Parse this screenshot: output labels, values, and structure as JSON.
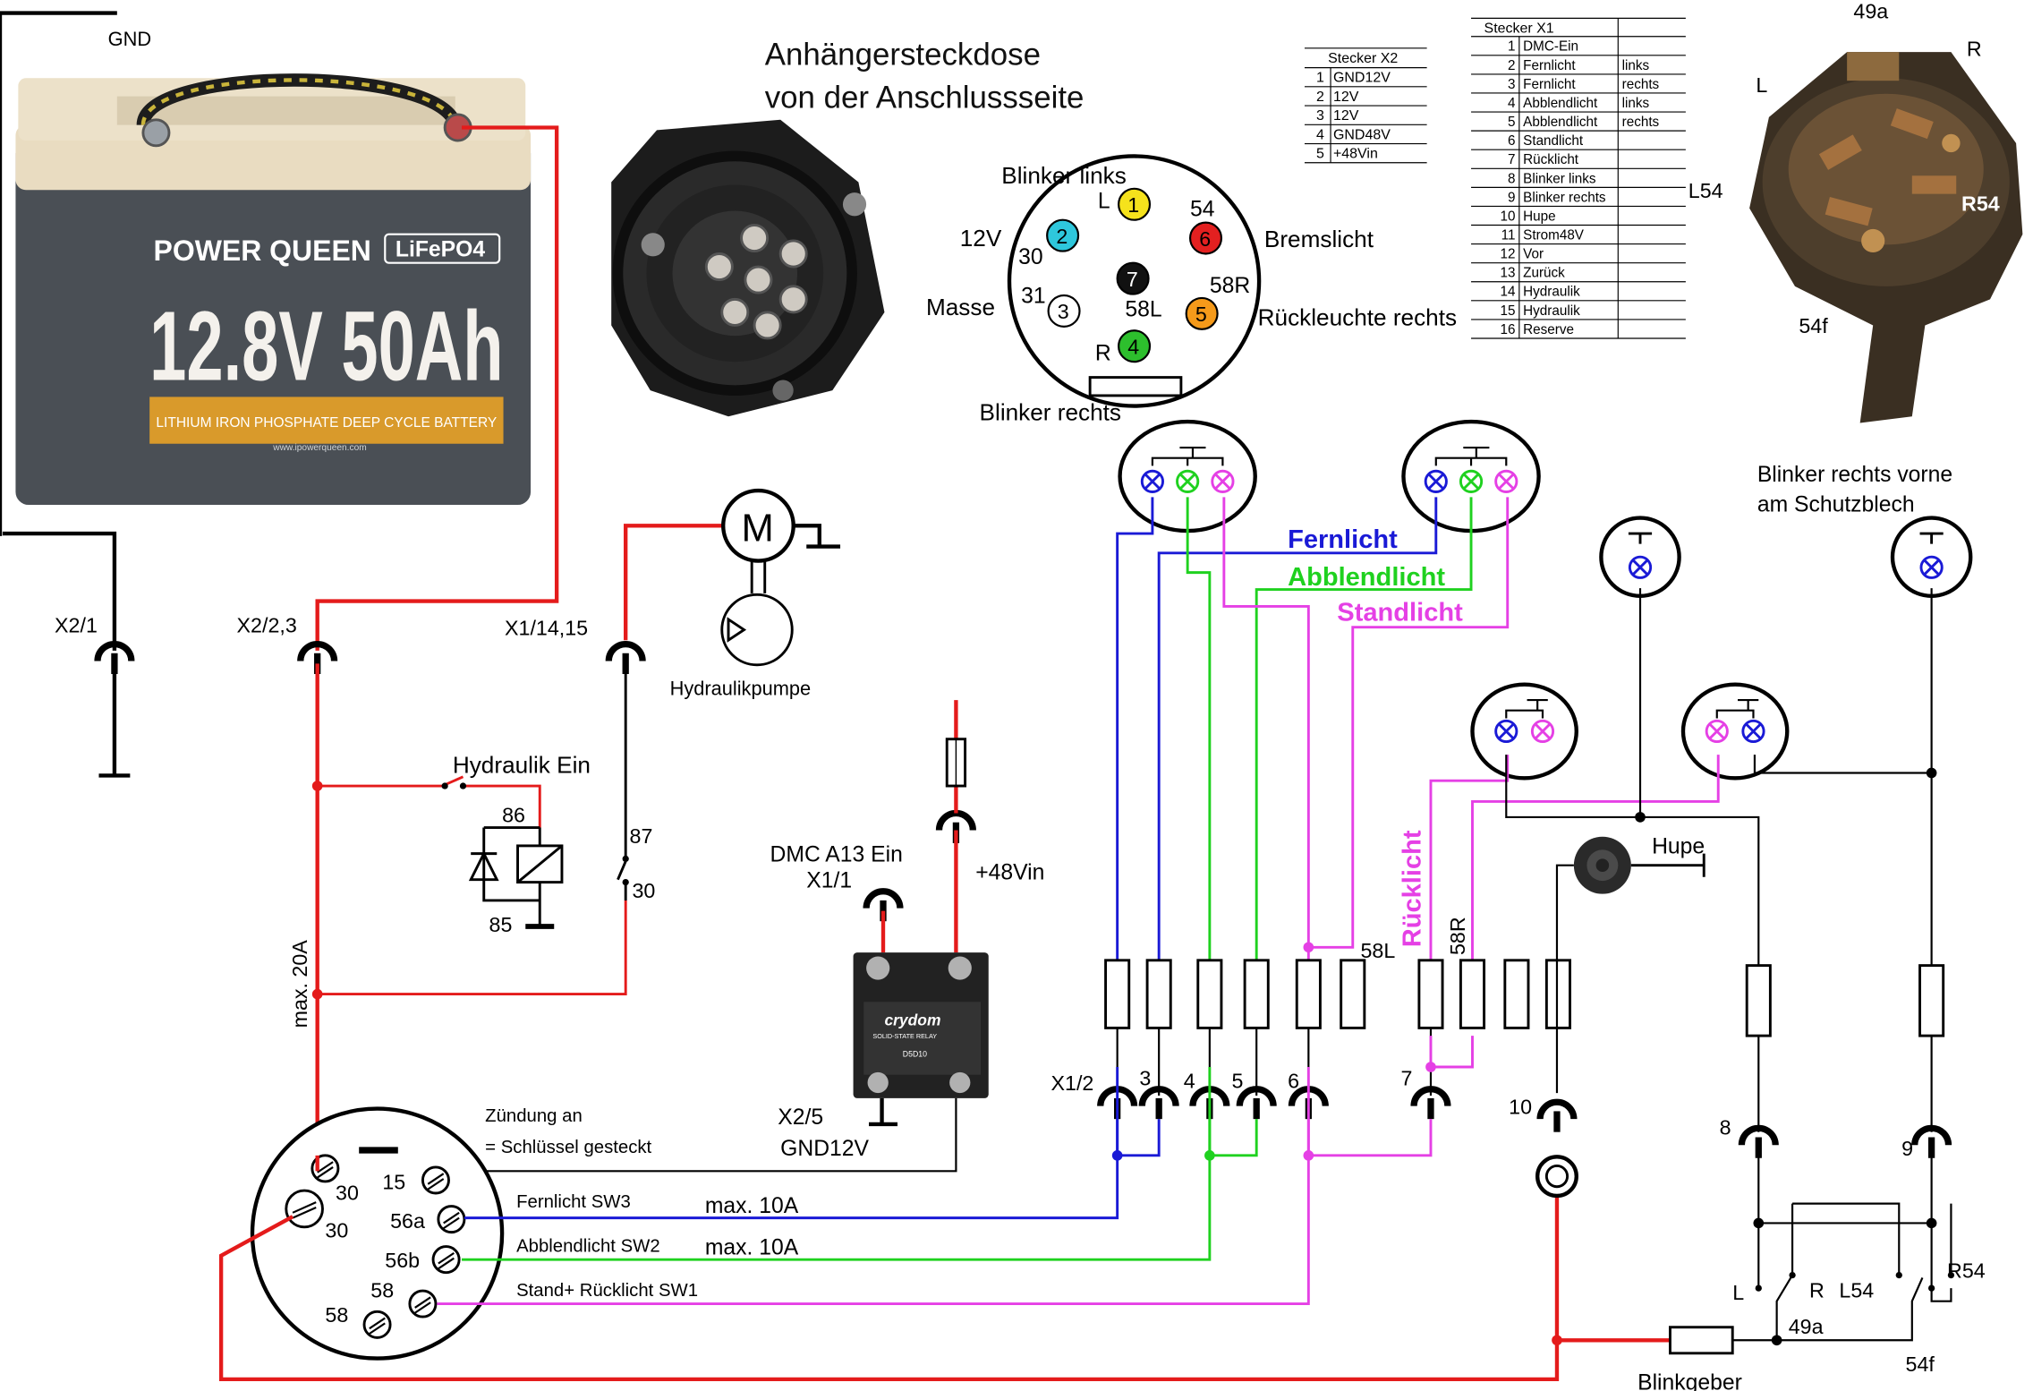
{
  "battery": {
    "gnd_label": "GND",
    "brand": "POWER QUEEN",
    "chemistry": "LiFePO4",
    "rating": "12.8V 50Ah",
    "banner": "LITHIUM IRON PHOSPHATE DEEP CYCLE BATTERY",
    "url": "www.ipowerqueen.com"
  },
  "socket": {
    "title_line1": "Anhängersteckdose",
    "title_line2": "von der Anschlussseite",
    "pins": [
      {
        "num": "1",
        "code": "L",
        "color": "#f5e21c",
        "text_color": "#000000"
      },
      {
        "num": "2",
        "code": "30",
        "color": "#2ec7dc",
        "text_color": "#000000"
      },
      {
        "num": "3",
        "code": "31",
        "color": "#ffffff",
        "text_color": "#000000"
      },
      {
        "num": "4",
        "code": "R",
        "color": "#2dbf2d",
        "text_color": "#000000"
      },
      {
        "num": "5",
        "code": "58R",
        "color": "#f59a1a",
        "text_color": "#000000"
      },
      {
        "num": "6",
        "code": "54",
        "color": "#e32020",
        "text_color": "#000000"
      },
      {
        "num": "7",
        "code": "58L",
        "color": "#111111",
        "text_color": "#ffffff"
      }
    ],
    "labels": {
      "blinker_links": "Blinker links",
      "v12": "12V",
      "masse": "Masse",
      "bremslicht": "Bremslicht",
      "rueckleuchte_rechts": "Rückleuchte rechts",
      "blinker_rechts": "Blinker rechts"
    }
  },
  "x2_table": {
    "title": "Stecker X2",
    "rows": [
      [
        "1",
        "GND12V"
      ],
      [
        "2",
        "12V"
      ],
      [
        "3",
        "12V"
      ],
      [
        "4",
        "GND48V"
      ],
      [
        "5",
        "+48Vin"
      ]
    ]
  },
  "x1_table": {
    "title": "Stecker X1",
    "rows": [
      [
        "1",
        "DMC-Ein",
        ""
      ],
      [
        "2",
        "Fernlicht",
        "links"
      ],
      [
        "3",
        "Fernlicht",
        "rechts"
      ],
      [
        "4",
        "Abblendlicht",
        "links"
      ],
      [
        "5",
        "Abblendlicht",
        "rechts"
      ],
      [
        "6",
        "Standlicht",
        ""
      ],
      [
        "7",
        "Rücklicht",
        ""
      ],
      [
        "8",
        "Blinker links",
        ""
      ],
      [
        "9",
        "Blinker rechts",
        ""
      ],
      [
        "10",
        "Hupe",
        ""
      ],
      [
        "11",
        "Strom48V",
        ""
      ],
      [
        "12",
        "Vor",
        ""
      ],
      [
        "13",
        "Zurück",
        ""
      ],
      [
        "14",
        "Hydraulik",
        ""
      ],
      [
        "15",
        "Hydraulik",
        ""
      ],
      [
        "16",
        "Reserve",
        ""
      ]
    ]
  },
  "switch_photo": {
    "l49a": "49a",
    "r": "R",
    "l": "L",
    "l54": "L54",
    "r54": "R54",
    "l54f": "54f"
  },
  "connectors": {
    "x2_1": "X2/1",
    "x2_23": "X2/2,3",
    "x1_1415": "X1/14,15",
    "dmc_line1": "DMC A13 Ein",
    "dmc_line2": "X1/1",
    "vin48": "+48Vin",
    "x2_5": "X2/5",
    "gnd12v": "GND12V",
    "x1_2": "X1/2",
    "c3": "3",
    "c4": "4",
    "c5": "5",
    "c6": "6",
    "c7": "7",
    "c8": "8",
    "c9": "9",
    "c10": "10"
  },
  "pump": {
    "motor": "M",
    "label": "Hydraulikpumpe"
  },
  "relay": {
    "title": "Hydraulik Ein",
    "p86": "86",
    "p85": "85",
    "p87": "87",
    "p30": "30",
    "max20a": "max. 20A"
  },
  "ssr": {
    "brand": "crydom",
    "subtitle": "SOLID-STATE RELAY",
    "model": "D5D10"
  },
  "ignition": {
    "title_line1": "Zündung an",
    "title_line2": "= Schlüssel gesteckt",
    "t30a": "30",
    "t30b": "30",
    "t15": "15",
    "t56a": "56a",
    "t56b": "56b",
    "t58": "58",
    "t58b": "58",
    "fernlicht_sw": "Fernlicht SW3",
    "abblend_sw": "Abblendlicht SW2",
    "stand_sw": "Stand+ Rücklicht SW1",
    "max10a_1": "max. 10A",
    "max10a_2": "max. 10A"
  },
  "light_labels": {
    "fernlicht": "Fernlicht",
    "abblendlicht": "Abblendlicht",
    "standlicht": "Standlicht",
    "ruecklicht": "Rücklicht",
    "l58": "58L",
    "r58": "58R"
  },
  "blinker": {
    "front_line1": "Blinker rechts vorne",
    "front_line2": "am Schutzblech",
    "hupe": "Hupe",
    "geber": "Blinkgeber",
    "l": "L",
    "r": "R",
    "l54": "L54",
    "r54": "R54",
    "l49a": "49a",
    "l54f": "54f"
  },
  "colors": {
    "red": "#e41b1b",
    "blue": "#1a1ad6",
    "green": "#1fd11f",
    "magenta": "#e540e5",
    "black": "#000000"
  }
}
